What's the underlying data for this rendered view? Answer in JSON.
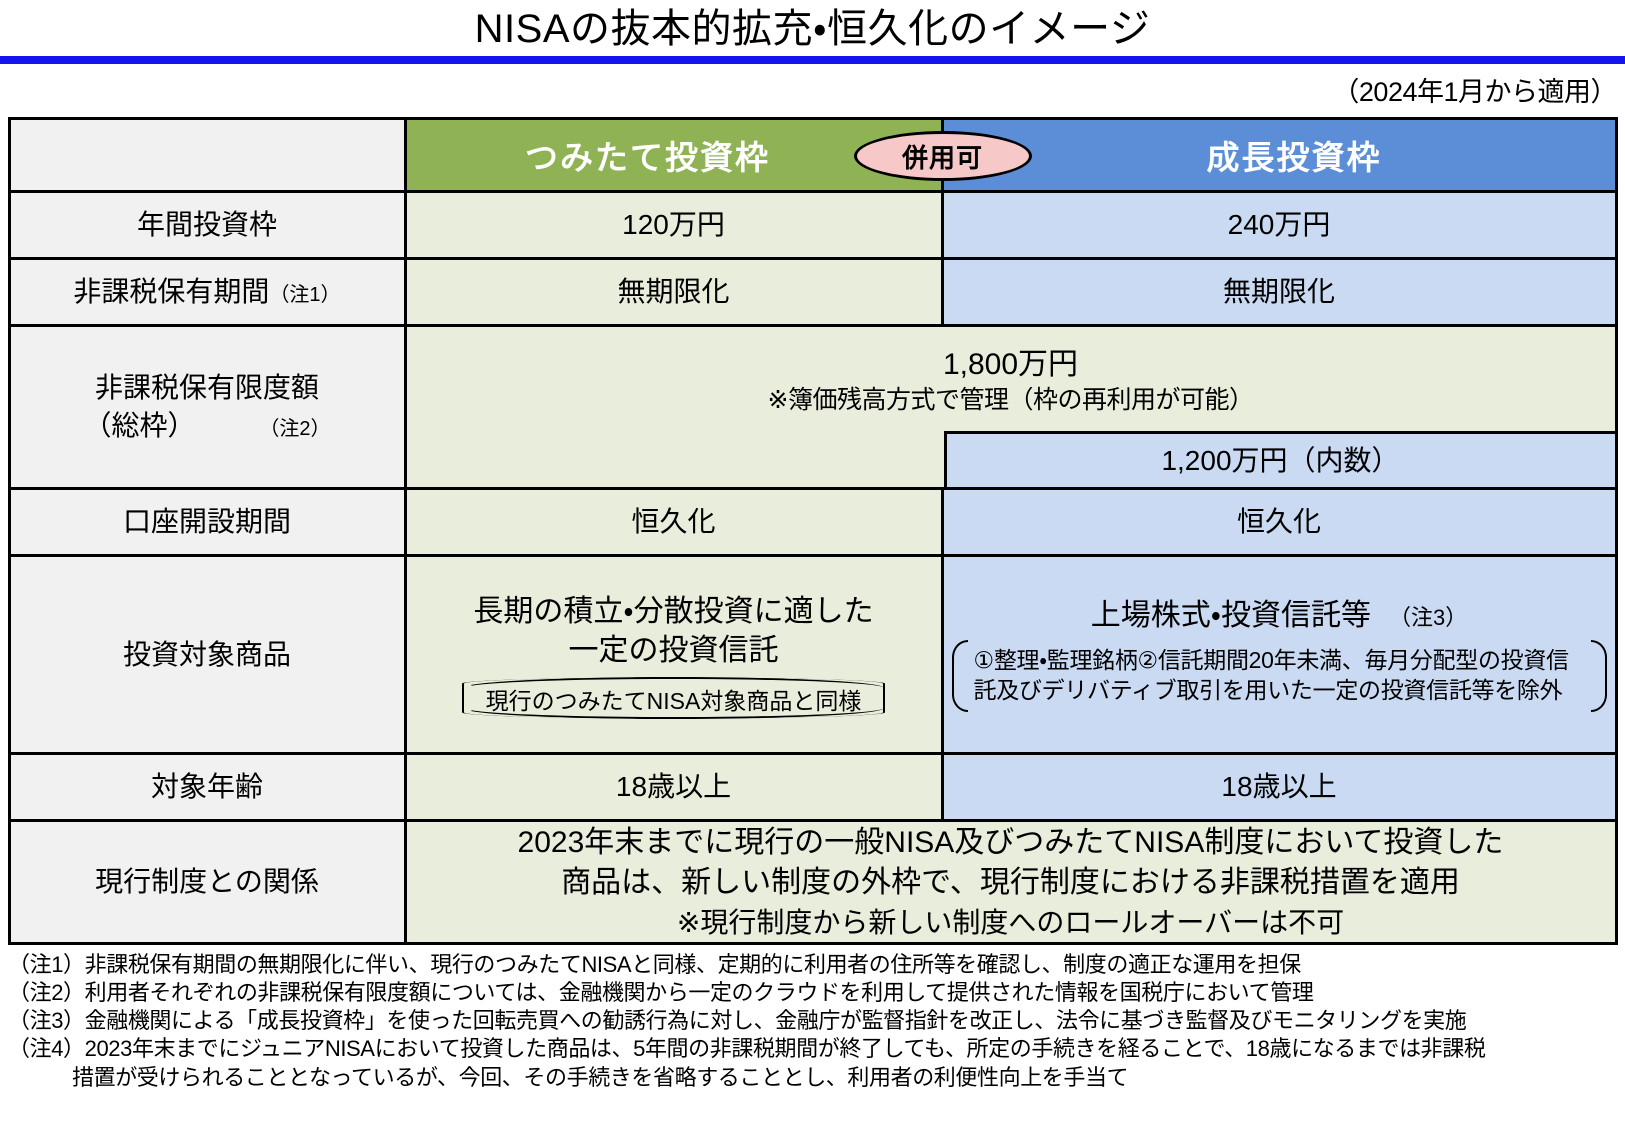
{
  "document": {
    "title": "NISAの抜本的拡充・恒久化のイメージ",
    "apply_note": "（2024年1月から適用）"
  },
  "table": {
    "header": {
      "blank_label": "",
      "col_green": "つみたて投資枠",
      "badge": "併用可",
      "col_blue": "成長投資枠"
    },
    "rows": [
      {
        "label": "年間投資枠",
        "label_note": "",
        "green": "120万円",
        "blue": "240万円"
      },
      {
        "label": "非課税保有期間",
        "label_note": "（注1）",
        "green": "無期限化",
        "blue": "無期限化"
      },
      {
        "label_line1": "非課税保有限度額",
        "label_line2": "（総枠）",
        "label_note": "（注2）",
        "span_amount": "1,800万円",
        "span_sub": "※簿価残高方式で管理（枠の再利用が可能）",
        "blue_inset": "1,200万円（内数）"
      },
      {
        "label": "口座開設期間",
        "green": "恒久化",
        "blue": "恒久化"
      },
      {
        "label": "投資対象商品",
        "green_main_line1": "長期の積立・分散投資に適した",
        "green_main_line2": "一定の投資信託",
        "green_bracket": "現行のつみたてNISA対象商品と同様",
        "blue_title": "上場株式・投資信託等",
        "blue_title_note": "（注3）",
        "blue_detail": "①整理・監理銘柄②信託期間20年未満、毎月分配型の投資信託及びデリバティブ取引を用いた一定の投資信託等を除外"
      },
      {
        "label": "対象年齢",
        "green": "18歳以上",
        "blue": "18歳以上"
      },
      {
        "label": "現行制度との関係",
        "relation_line1": "2023年末までに現行の一般NISA及びつみたてNISA制度において投資した",
        "relation_line2": "商品は、新しい制度の外枠で、現行制度における非課税措置を適用",
        "relation_line3": "※現行制度から新しい制度へのロールオーバーは不可"
      }
    ]
  },
  "footnotes": [
    {
      "text": "（注1）非課税保有期間の無期限化に伴い、現行のつみたてNISAと同様、定期的に利用者の住所等を確認し、制度の適正な運用を担保"
    },
    {
      "text": "（注2）利用者それぞれの非課税保有限度額については、金融機関から一定のクラウドを利用して提供された情報を国税庁において管理"
    },
    {
      "text": "（注3）金融機関による「成長投資枠」を使った回転売買への勧誘行為に対し、金融庁が監督指針を改正し、法令に基づき監督及びモニタリングを実施"
    },
    {
      "text": "（注4）2023年末までにジュニアNISAにおいて投資した商品は、5年間の非課税期間が終了しても、所定の手続きを経ることで、18歳になるまでは非課税"
    },
    {
      "text": "措置が受けられることとなっているが、今回、その手続きを省略することとし、利用者の利便性向上を手当て",
      "continuation": true
    }
  ],
  "colors": {
    "title_rule": "#1414EE",
    "header_green": "#8FB255",
    "header_blue": "#5B8ED6",
    "body_green": "#E9EDDB",
    "body_blue": "#C9DAF2",
    "label_gray": "#F1F1F1",
    "badge_pink": "#F7C8C8"
  }
}
